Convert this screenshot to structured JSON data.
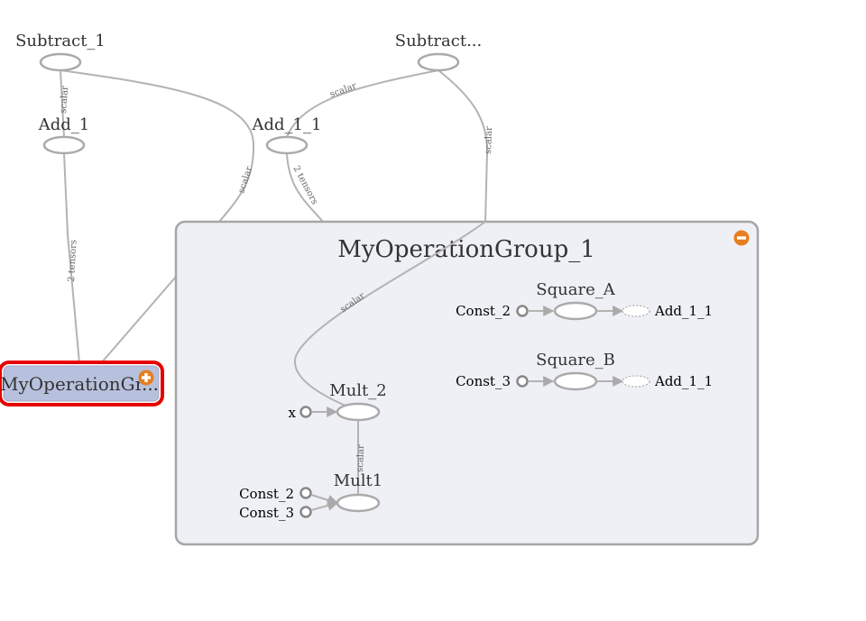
{
  "colors": {
    "edge": "#b3b3b3",
    "node_stroke": "#aaaaaa",
    "group_fill": "#eef0f5",
    "group_stroke": "#a6a6a6",
    "collapsed_fill": "#b7c1dd",
    "selection": "#e60000",
    "expand_button": "#e67e22"
  },
  "nodes": {
    "subtract_1": "Subtract_1",
    "subtract_2": "Subtract...",
    "add_1": "Add_1",
    "add_1_1": "Add_1_1"
  },
  "collapsed_group": {
    "label": "MyOperationGr...",
    "button_icon": "plus-circle-icon"
  },
  "expanded_group": {
    "title": "MyOperationGroup_1",
    "button_icon": "minus-circle-icon",
    "square_a": {
      "title": "Square_A",
      "input": "Const_2",
      "output": "Add_1_1"
    },
    "square_b": {
      "title": "Square_B",
      "input": "Const_3",
      "output": "Add_1_1"
    },
    "mult_2": {
      "title": "Mult_2",
      "input": "x"
    },
    "mult1": {
      "title": "Mult1",
      "inputs": [
        "Const_2",
        "Const_3"
      ]
    }
  },
  "edge_labels": {
    "subtract1_add1": "scalar",
    "subtract1_group": "scalar",
    "subtract2_add11": "scalar",
    "subtract2_group": "scalar",
    "add11_group": "2 tensors",
    "add1_collapsed": "2 tensors",
    "group_mult2": "scalar",
    "mult2_mult1": "scalar"
  }
}
